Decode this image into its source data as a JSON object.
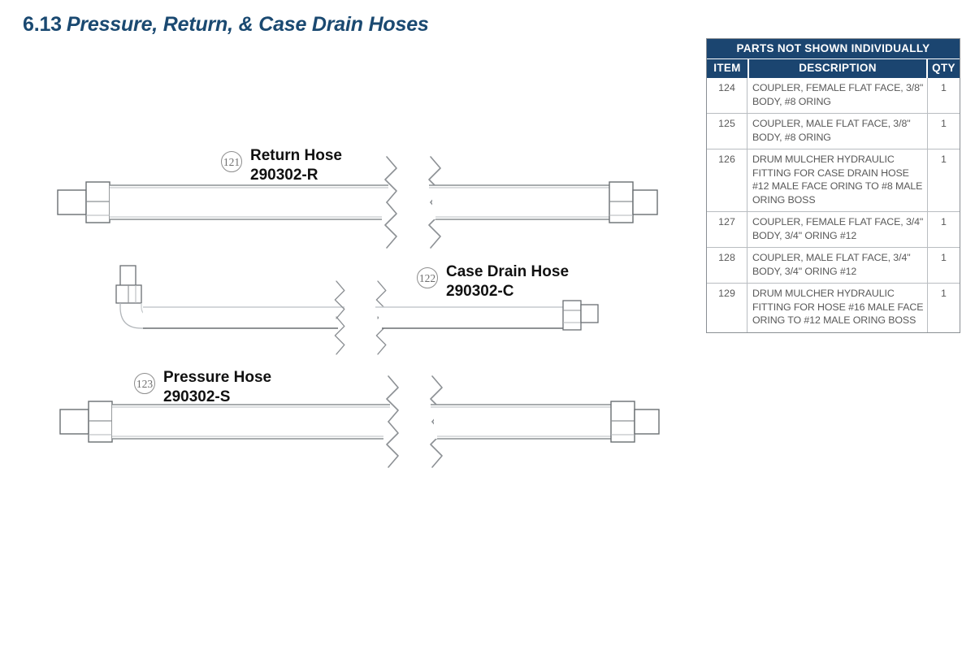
{
  "page": {
    "section_number": "6.13",
    "section_title": "Pressure, Return, & Case Drain Hoses",
    "title_color": "#1a4971"
  },
  "parts_table": {
    "banner": "PARTS NOT SHOWN INDIVIDUALLY",
    "header_color": "#1b4570",
    "columns": [
      "ITEM",
      "DESCRIPTION",
      "QTY"
    ],
    "rows": [
      {
        "item": "124",
        "description": "COUPLER, FEMALE FLAT FACE, 3/8\" BODY, #8 ORING",
        "qty": "1"
      },
      {
        "item": "125",
        "description": "COUPLER, MALE FLAT FACE, 3/8\" BODY, #8 ORING",
        "qty": "1"
      },
      {
        "item": "126",
        "description": "DRUM MULCHER HYDRAULIC FITTING FOR CASE DRAIN HOSE #12 MALE FACE ORING TO #8 MALE ORING BOSS",
        "qty": "1"
      },
      {
        "item": "127",
        "description": "COUPLER, FEMALE FLAT FACE, 3/4\" BODY, 3/4\" ORING #12",
        "qty": "1"
      },
      {
        "item": "128",
        "description": "COUPLER, MALE FLAT FACE, 3/4\" BODY, 3/4\" ORING #12",
        "qty": "1"
      },
      {
        "item": "129",
        "description": "DRUM MULCHER HYDRAULIC FITTING FOR HOSE #16 MALE FACE ORING TO #12 MALE ORING BOSS",
        "qty": "1"
      }
    ]
  },
  "callouts": [
    {
      "number": "121",
      "name": "Return Hose",
      "part_number": "290302-R"
    },
    {
      "number": "122",
      "name": "Case Drain Hose",
      "part_number": "290302-C"
    },
    {
      "number": "123",
      "name": "Pressure Hose",
      "part_number": "290302-S"
    }
  ],
  "drawing": {
    "line_color": "#8c9094",
    "line_color_dark": "#6a6e72",
    "fill_color": "#ffffff"
  }
}
